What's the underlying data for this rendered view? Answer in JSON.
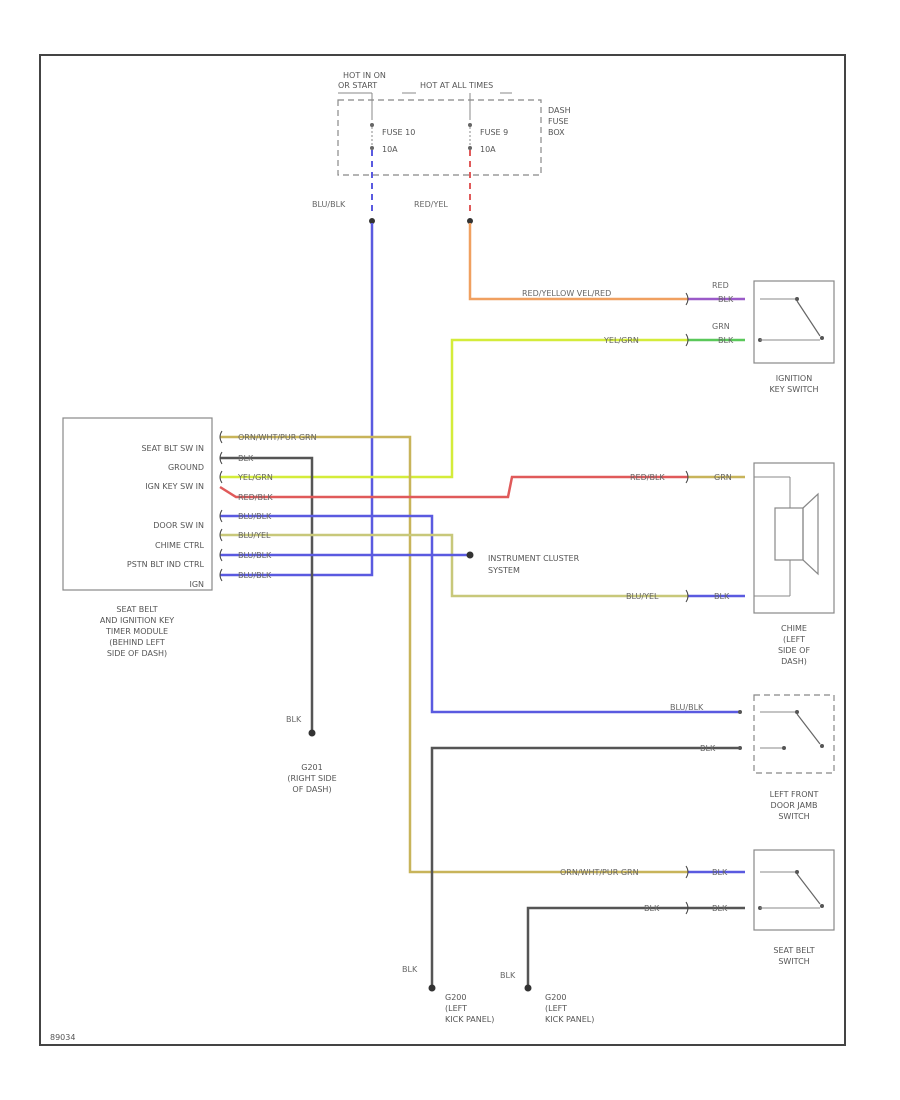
{
  "fuse_box": {
    "hot_line1": "HOT IN ON",
    "hot_line2": "OR START",
    "hot_line3": "HOT AT ALL TIMES",
    "fuse10_line1": "FUSE 10",
    "fuse10_line2": "10A",
    "fuse9_line1": "FUSE 9",
    "fuse9_line2": "10A",
    "box_line1": "DASH",
    "box_line2": "FUSE",
    "box_line3": "BOX"
  },
  "wires": {
    "blu_blk_top": "BLU/BLK",
    "red_yel_top": "RED/YEL",
    "red_yellow_vel_red": "RED/YELLOW VEL/RED",
    "vel_grn": "YEL/GRN",
    "red_ign1": "RED",
    "blk_ign1": "BLK",
    "grn_ign2": "GRN",
    "blk_ign2": "BLK",
    "orn_pur": "ORN/WHT/PUR GRN",
    "blk_module": "BLK",
    "yel_grn_module": "YEL/GRN",
    "red_blk_module": "RED/BLK",
    "blu_blk_door": "BLU/BLK",
    "blu_yel_chime": "BLU/YEL",
    "blu_blk_pstn": "BLU/BLK",
    "blu_blk_ign": "BLU/BLK",
    "red_blk_chime": "RED/BLK",
    "grn_chime": "GRN",
    "blu_yel_chime2": "BLU/YEL",
    "blk_chime": "BLK",
    "blu_blk_door_sw": "BLU/BLK",
    "blk_door_sw": "BLK",
    "orn_pur_belt": "ORN/WHT/PUR GRN",
    "blk_belt1": "BLK",
    "blk_belt2": "BLK",
    "blk_belt3": "BLK",
    "blk_g201": "BLK",
    "blk_g200a": "BLK",
    "blk_g200b": "BLK"
  },
  "module": {
    "pin1": "SEAT BLT SW IN",
    "pin2": "GROUND",
    "pin3": "IGN KEY SW IN",
    "pin4": "DOOR SW IN",
    "pin5": "CHIME CTRL",
    "pin6": "PSTN BLT IND CTRL",
    "pin7": "IGN",
    "caption": [
      "SEAT BELT",
      "AND IGNITION KEY",
      "TIMER MODULE",
      "(BEHIND LEFT",
      "SIDE OF DASH)"
    ]
  },
  "ignition_switch": {
    "caption": [
      "IGNITION",
      "KEY SWITCH"
    ]
  },
  "chime": {
    "caption": [
      "CHIME",
      "(LEFT",
      "SIDE OF",
      "DASH)"
    ]
  },
  "door_switch": {
    "caption": [
      "LEFT FRONT",
      "DOOR JAMB",
      "SWITCH"
    ]
  },
  "belt_switch": {
    "caption": [
      "SEAT BELT",
      "SWITCH"
    ]
  },
  "instrument_cluster": {
    "line1": "INSTRUMENT CLUSTER",
    "line2": "SYSTEM"
  },
  "ground_g201": {
    "caption": [
      "G201",
      "(RIGHT SIDE",
      "OF DASH)"
    ]
  },
  "ground_g200a": {
    "caption": [
      "G200",
      "(LEFT",
      "KICK PANEL)"
    ]
  },
  "ground_g200b": {
    "caption": [
      "G200",
      "(LEFT",
      "KICK PANEL)"
    ]
  },
  "footer": {
    "code": "89034"
  },
  "colors": {
    "blue": "#5a5ae0",
    "red": "#e05a5a",
    "orange": "#f0a060",
    "yellow_green": "#d4ec3a",
    "olive": "#c8b45a",
    "dark": "#555555",
    "purple": "#9a5ac8",
    "green": "#5ac85a",
    "olive_green": "#c8c87a"
  }
}
